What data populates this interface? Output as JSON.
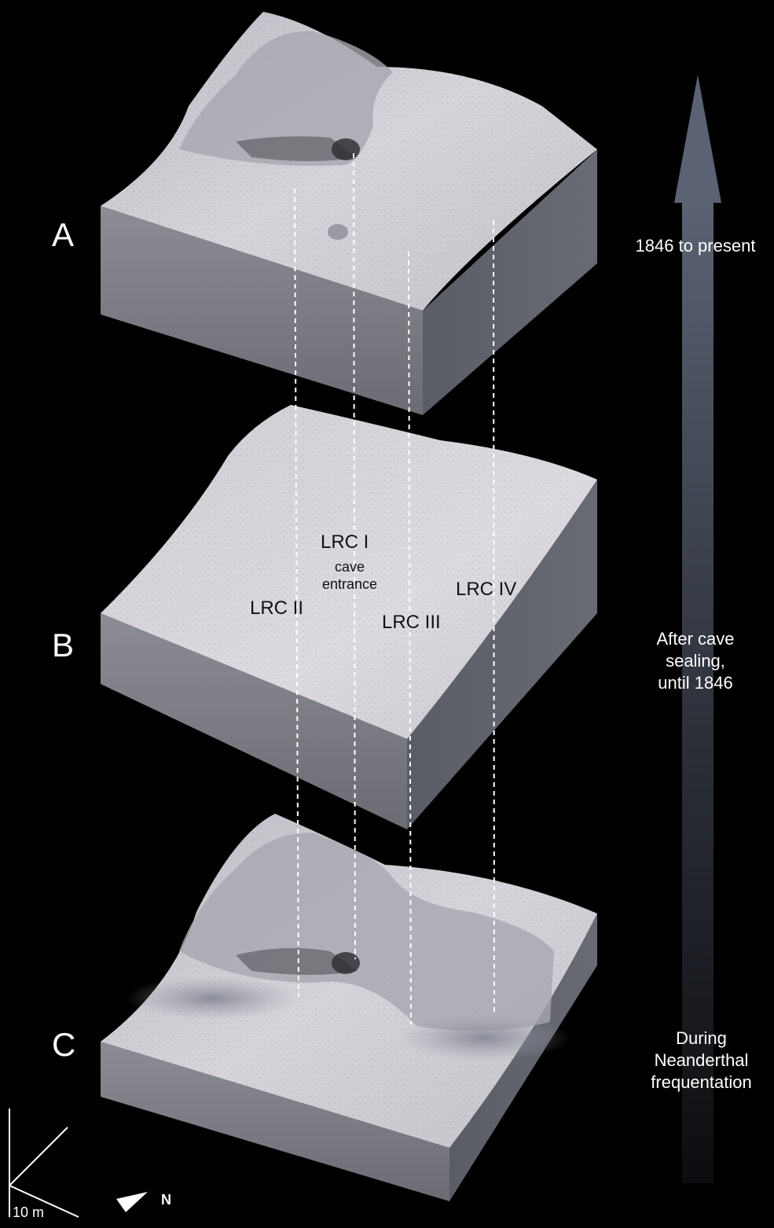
{
  "panels": [
    {
      "id": "A",
      "letter": "A",
      "period": "1846 to present"
    },
    {
      "id": "B",
      "letter": "B",
      "period": "After cave sealing,\nuntil 1846"
    },
    {
      "id": "C",
      "letter": "C",
      "period": "During\nNeanderthal\nfrequentation"
    }
  ],
  "sites": [
    {
      "id": "lrc1",
      "label": "LRC I",
      "sublabel": "cave\nentrance"
    },
    {
      "id": "lrc2",
      "label": "LRC II"
    },
    {
      "id": "lrc3",
      "label": "LRC III"
    },
    {
      "id": "lrc4",
      "label": "LRC IV"
    }
  ],
  "scale": {
    "label": "10 m"
  },
  "north": {
    "label": "N"
  },
  "colors": {
    "background": "#000000",
    "terrain_top": "#c9c7cf",
    "terrain_side": "#77787f",
    "timeline_arrow_top": "#5a6273",
    "timeline_arrow_bottom": "#0c0d10",
    "dashed_line": "#ffffff"
  }
}
